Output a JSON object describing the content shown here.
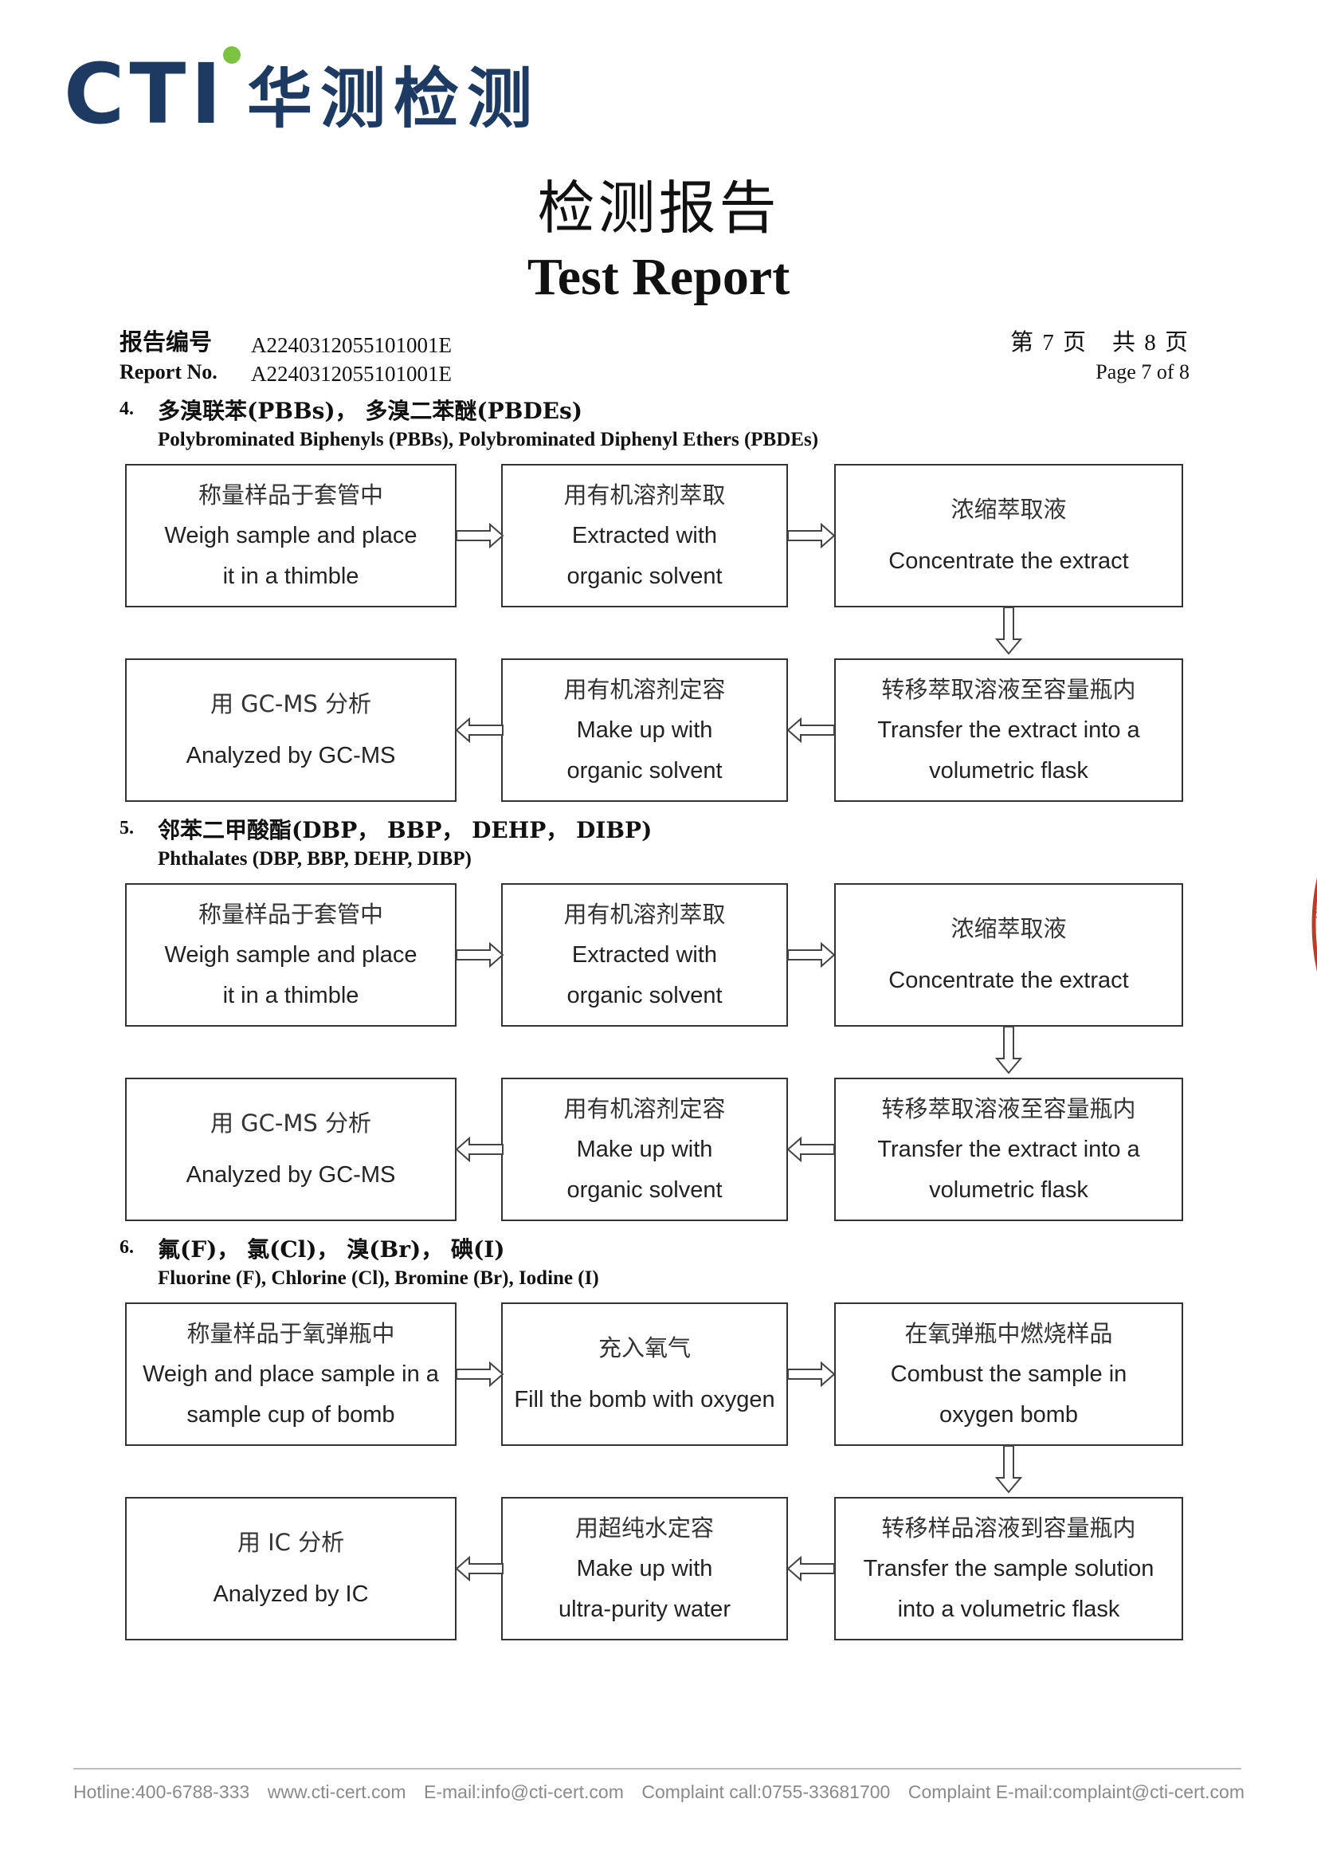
{
  "header": {
    "logo_text": "CTI",
    "logo_cn": "华测检测",
    "brand_color": "#1d3a63",
    "dot_color": "#7cc243"
  },
  "title": {
    "cn": "检测报告",
    "en": "Test Report"
  },
  "report": {
    "label_cn": "报告编号",
    "label_en": "Report No.",
    "number": "A2240312055101001E",
    "page_cn": "第 7 页　共 8 页",
    "page_en": "Page 7 of 8"
  },
  "sections": [
    {
      "num": "4.",
      "title_cn": "多溴联苯(PBBs)，  多溴二苯醚(PBDEs)",
      "title_en": "Polybrominated Biphenyls (PBBs), Polybrominated Diphenyl Ethers (PBDEs)",
      "steps": [
        {
          "cn": "称量样品于套管中",
          "en1": "Weigh sample and place",
          "en2": "it in a thimble"
        },
        {
          "cn": "用有机溶剂萃取",
          "en1": "Extracted with",
          "en2": "organic solvent"
        },
        {
          "cn": "浓缩萃取液",
          "en1": "Concentrate the extract",
          "en2": ""
        },
        {
          "cn": "转移萃取溶液至容量瓶内",
          "en1": "Transfer the extract into a",
          "en2": "volumetric flask"
        },
        {
          "cn": "用有机溶剂定容",
          "en1": "Make up with",
          "en2": "organic solvent"
        },
        {
          "cn": "用 GC-MS 分析",
          "en1": "Analyzed by GC-MS",
          "en2": ""
        }
      ]
    },
    {
      "num": "5.",
      "title_cn": "邻苯二甲酸酯(DBP， BBP， DEHP， DIBP)",
      "title_en": "Phthalates (DBP, BBP, DEHP, DIBP)",
      "steps": [
        {
          "cn": "称量样品于套管中",
          "en1": "Weigh sample and place",
          "en2": "it in a thimble"
        },
        {
          "cn": "用有机溶剂萃取",
          "en1": "Extracted with",
          "en2": "organic solvent"
        },
        {
          "cn": "浓缩萃取液",
          "en1": "Concentrate the extract",
          "en2": ""
        },
        {
          "cn": "转移萃取溶液至容量瓶内",
          "en1": "Transfer the extract into a",
          "en2": "volumetric flask"
        },
        {
          "cn": "用有机溶剂定容",
          "en1": "Make up with",
          "en2": "organic solvent"
        },
        {
          "cn": "用 GC-MS 分析",
          "en1": "Analyzed by GC-MS",
          "en2": ""
        }
      ]
    },
    {
      "num": "6.",
      "title_cn": "氟(F)，  氯(Cl)，  溴(Br)，  碘(I)",
      "title_en": "Fluorine (F), Chlorine (Cl), Bromine (Br), Iodine (I)",
      "steps": [
        {
          "cn": "称量样品于氧弹瓶中",
          "en1": "Weigh and place sample in a",
          "en2": "sample cup of bomb"
        },
        {
          "cn": "充入氧气",
          "en1": "Fill the bomb with oxygen",
          "en2": ""
        },
        {
          "cn": "在氧弹瓶中燃烧样品",
          "en1": "Combust the sample in",
          "en2": "oxygen bomb"
        },
        {
          "cn": "转移样品溶液到容量瓶内",
          "en1": "Transfer the sample solution",
          "en2": "into a volumetric flask"
        },
        {
          "cn": "用超纯水定容",
          "en1": "Make up with",
          "en2": "ultra-purity water"
        },
        {
          "cn": "用 IC 分析",
          "en1": "Analyzed by IC",
          "en2": ""
        }
      ]
    }
  ],
  "seal": {
    "color": "#c0392b"
  },
  "footer": {
    "hotline": "Hotline:400-6788-333",
    "website": "www.cti-cert.com",
    "email": "E-mail:info@cti-cert.com",
    "complaint_call": "Complaint call:0755-33681700",
    "complaint_email": "Complaint E-mail:complaint@cti-cert.com"
  }
}
